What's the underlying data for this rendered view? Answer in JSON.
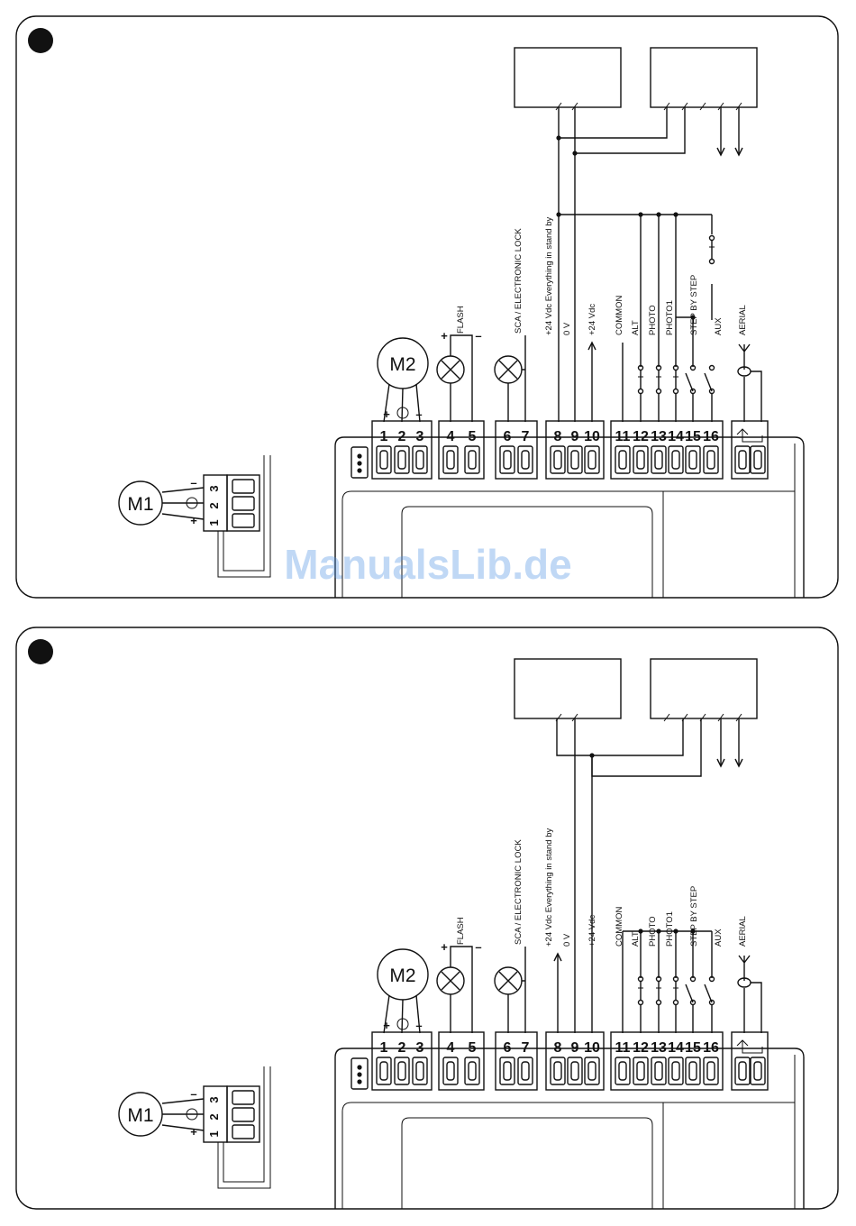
{
  "watermark": "ManualsLib.de",
  "colors": {
    "ink": "#111111",
    "device_fill": "#d6d6d6",
    "watermark": "#4a90e2"
  },
  "diagrams": [
    {
      "motor2": "M2",
      "motor1": "M1",
      "motor2_polarity": [
        "+",
        "⏚",
        "–"
      ],
      "motor1_polarity": [
        "–",
        "⏚",
        "+"
      ],
      "motor1_terminals": [
        "1",
        "2",
        "3"
      ],
      "flash_polarity": [
        "+",
        "–"
      ],
      "terminals": [
        "1",
        "2",
        "3",
        "4",
        "5",
        "6",
        "7",
        "8",
        "9",
        "10",
        "11",
        "12",
        "13",
        "14",
        "15",
        "16"
      ],
      "labels": {
        "flash": "FLASH",
        "sca": "SCA / ELECTRONIC LOCK",
        "standby": "+24 Vdc Everything in stand by",
        "zero_v": "0 V",
        "plus24": "+24 Vdc",
        "common": "COMMON",
        "alt": "ALT",
        "photo": "PHOTO",
        "photo1": "PHOTO1",
        "step": "STEP BY STEP",
        "aux": "AUX",
        "aerial": "AERIAL"
      }
    },
    {
      "motor2": "M2",
      "motor1": "M1",
      "motor2_polarity": [
        "+",
        "⏚",
        "–"
      ],
      "motor1_polarity": [
        "–",
        "⏚",
        "+"
      ],
      "motor1_terminals": [
        "1",
        "2",
        "3"
      ],
      "flash_polarity": [
        "+",
        "–"
      ],
      "terminals": [
        "1",
        "2",
        "3",
        "4",
        "5",
        "6",
        "7",
        "8",
        "9",
        "10",
        "11",
        "12",
        "13",
        "14",
        "15",
        "16"
      ],
      "labels": {
        "flash": "FLASH",
        "sca": "SCA / ELECTRONIC LOCK",
        "standby": "+24 Vdc Everything in stand by",
        "zero_v": "0 V",
        "plus24": "+24 Vdc",
        "common": "COMMON",
        "alt": "ALT",
        "photo": "PHOTO",
        "photo1": "PHOTO1",
        "step": "STEP BY STEP",
        "aux": "AUX",
        "aerial": "AERIAL"
      }
    }
  ]
}
